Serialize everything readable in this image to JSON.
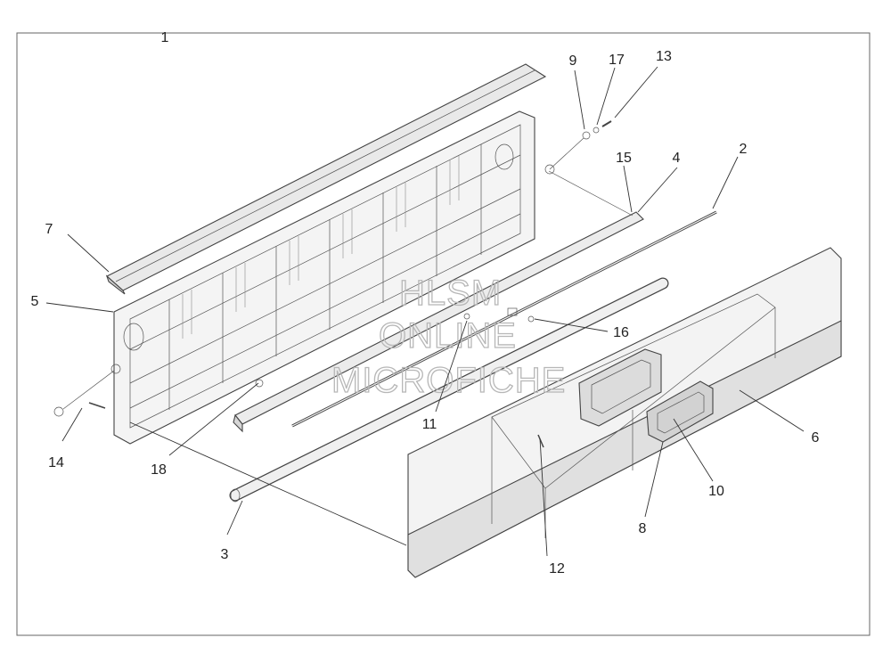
{
  "watermark": {
    "line1": "HLSM",
    "line2": "ONLINE",
    "line3": "MICROFICHE"
  },
  "callouts": {
    "c1": "1",
    "c2": "2",
    "c3": "3",
    "c4": "4",
    "c5": "5",
    "c6": "6",
    "c7": "7",
    "c8": "8",
    "c9": "9",
    "c10": "10",
    "c11": "11",
    "c12": "12",
    "c13": "13",
    "c14": "14",
    "c15": "15",
    "c16": "16",
    "c17": "17",
    "c18": "18"
  },
  "colors": {
    "line": "#333333",
    "fill_light": "#f2f2f2",
    "fill_mid": "#d9d9d9",
    "watermark": "#b7b7b7"
  }
}
